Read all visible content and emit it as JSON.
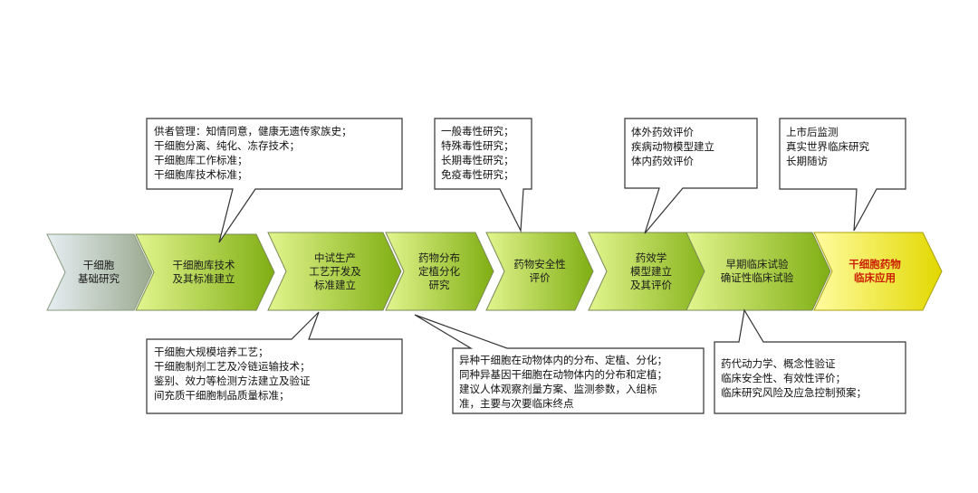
{
  "steps": [
    {
      "label": "干细胞\n基础研究"
    },
    {
      "label": "干细胞库技术\n及其标准建立"
    },
    {
      "label": "中试生产\n工艺开发及\n标准建立"
    },
    {
      "label": "药物分布\n定植分化\n研究"
    },
    {
      "label": "药物安全性\n评价"
    },
    {
      "label": "药效学\n模型建立\n及其评价"
    },
    {
      "label": "早期临床试验\n确证性临床试验"
    },
    {
      "label": "干细胞药物\n临床应用"
    }
  ],
  "callouts": {
    "donor": {
      "text": "供者管理：知情同意，健康无遗传家族史；\n干细胞分离、纯化、冻存技术；\n干细胞库工作标准；\n干细胞库技术标准；"
    },
    "toxicity": {
      "text": "一般毒性研究；\n特殊毒性研究；\n长期毒性研究；\n免疫毒性研究；"
    },
    "efficacy": {
      "text": "体外药效评价\n疾病动物模型建立\n体内药效评价"
    },
    "postmarket": {
      "text": "上市后监测\n真实世界临床研究\n长期随访"
    },
    "culture": {
      "text": "干细胞大规模培养工艺；\n干细胞制剂工艺及冷链运输技术；\n鉴别、效力等检测方法建立及验证\n间充质干细胞制品质量标准；"
    },
    "distribution": {
      "text": "异种干细胞在动物体内的分布、定植、分化；\n同种异基因干细胞在动物体内的分布和定植；\n建议人体观察剂量方案、监测参数，入组标\n准，主要与次要临床终点"
    },
    "clinical": {
      "text": "药代动力学、概念性验证\n临床安全性、有效性评价；\n临床研究风险及应急控制预案；"
    }
  },
  "colors": {
    "step1": [
      "#e6eef2",
      "#9aa98f"
    ],
    "green": [
      "#d8f07a",
      "#7fae12"
    ],
    "final": [
      "#fffb7a",
      "#e2d800"
    ],
    "stroke": "#7a8a55",
    "callout_border": "#333333"
  }
}
